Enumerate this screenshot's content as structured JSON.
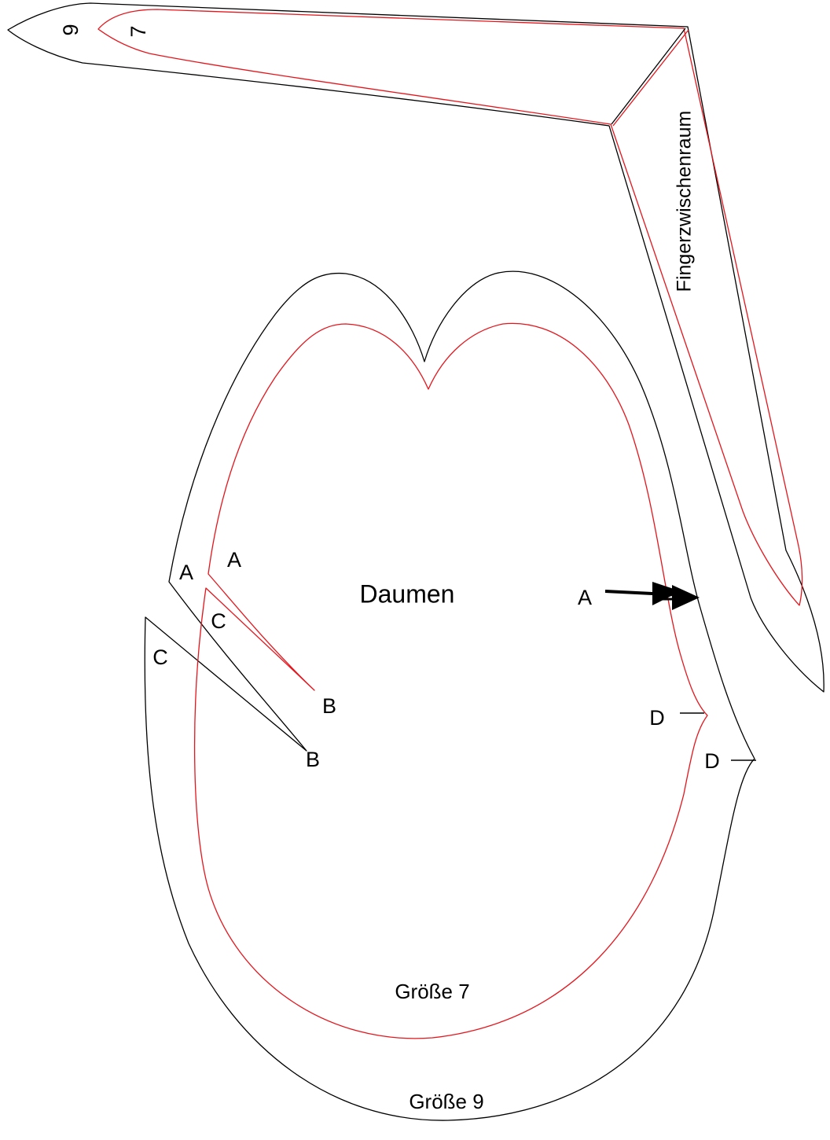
{
  "pattern": {
    "title": "Daumen",
    "side_label": "Fingerzwischenraum",
    "sizes": {
      "small": "Größe 7",
      "large": "Größe 9"
    },
    "strip_size_marks": {
      "large": "9",
      "small": "7"
    },
    "markers": {
      "a_outer": "A",
      "a_inner": "A",
      "a_arrow": "A",
      "b_outer": "B",
      "b_inner": "B",
      "c_outer": "C",
      "c_inner": "C",
      "d_outer": "D",
      "d_inner": "D"
    },
    "colors": {
      "size_9_line": "#000000",
      "size_7_line": "#e4161d",
      "arrow": "#000000"
    }
  }
}
